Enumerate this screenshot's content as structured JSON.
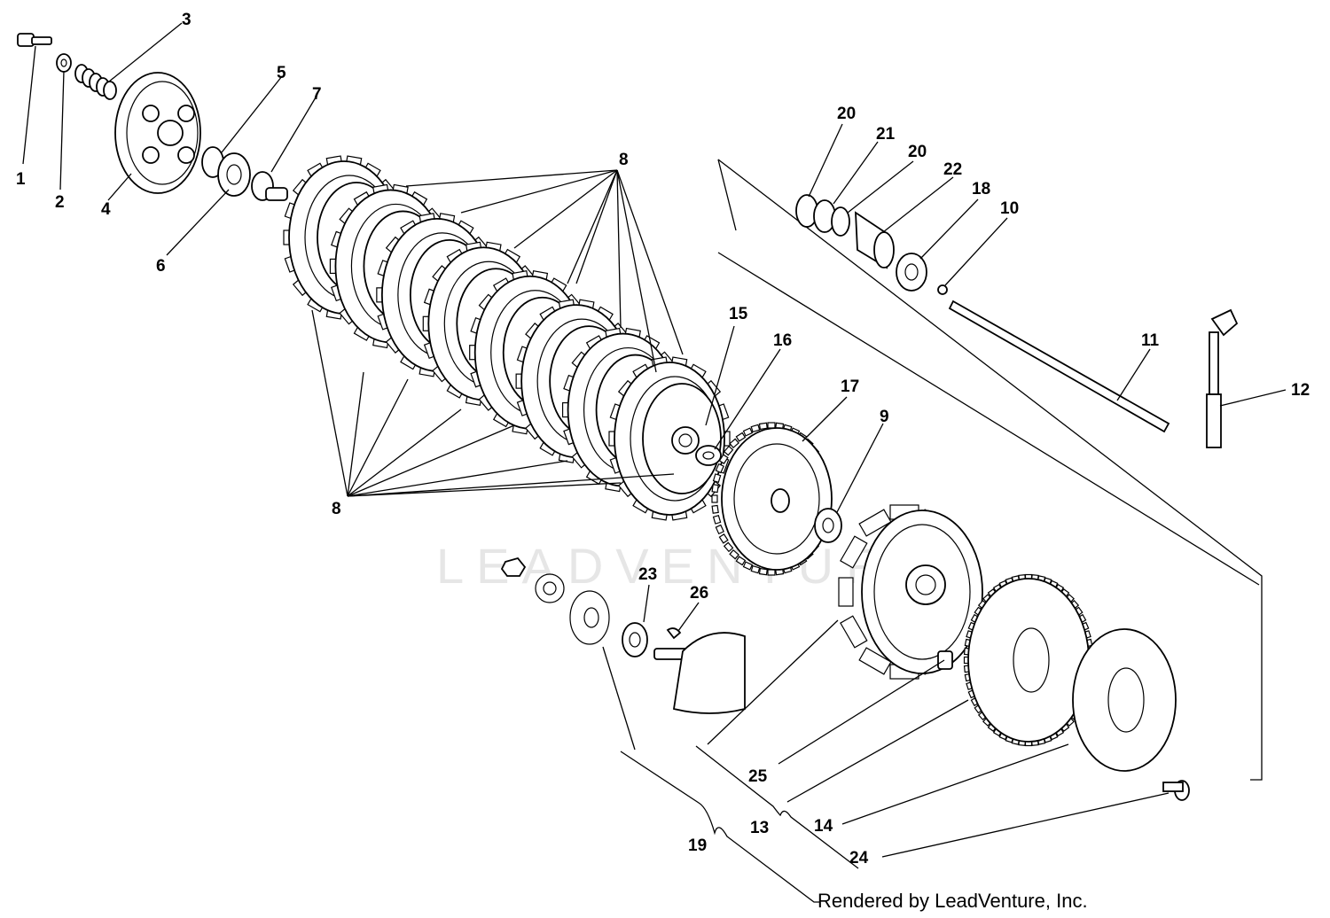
{
  "watermark": "LEADVENTURE",
  "credit": "Rendered by LeadVenture, Inc.",
  "labels": {
    "p1": "1",
    "p2": "2",
    "p3": "3",
    "p4": "4",
    "p5": "5",
    "p6": "6",
    "p7": "7",
    "p8a": "8",
    "p8b": "8",
    "p9": "9",
    "p10": "10",
    "p11": "11",
    "p12": "12",
    "p13": "13",
    "p14": "14",
    "p15": "15",
    "p16": "16",
    "p17": "17",
    "p18": "18",
    "p19": "19",
    "p20a": "20",
    "p20b": "20",
    "p21": "21",
    "p22": "22",
    "p23": "23",
    "p24": "24",
    "p25": "25",
    "p26": "26"
  }
}
